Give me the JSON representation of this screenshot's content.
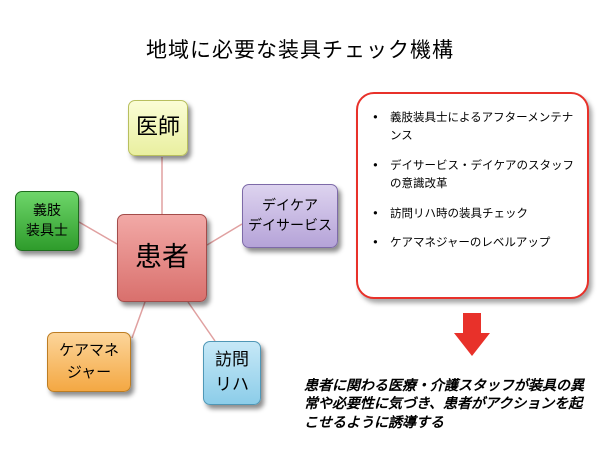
{
  "title": "地域に必要な装具チェック機構",
  "nodes": {
    "doctor": "医師",
    "patient": "患者",
    "prosthetist": [
      "義肢",
      "装具士"
    ],
    "day_service": [
      "デイケア",
      "デイサービス"
    ],
    "care_manager": [
      "ケアマネ",
      "ジャー"
    ],
    "home_visit": [
      "訪問",
      "リハ"
    ]
  },
  "colors": {
    "info_border": "#e8312a",
    "arrow": "#e8312a",
    "connector": "#e0a0a0"
  },
  "info_items": [
    "義肢装具士によるアフターメンテナンス",
    "デイサービス・デイケアのスタッフの意識改革",
    "訪問リハ時の装具チェック",
    "ケアマネジャーのレベルアップ"
  ],
  "summary": "患者に関わる医療・介護スタッフが装具の異常や必要性に気づき、患者がアクションを起こせるように誘導する"
}
